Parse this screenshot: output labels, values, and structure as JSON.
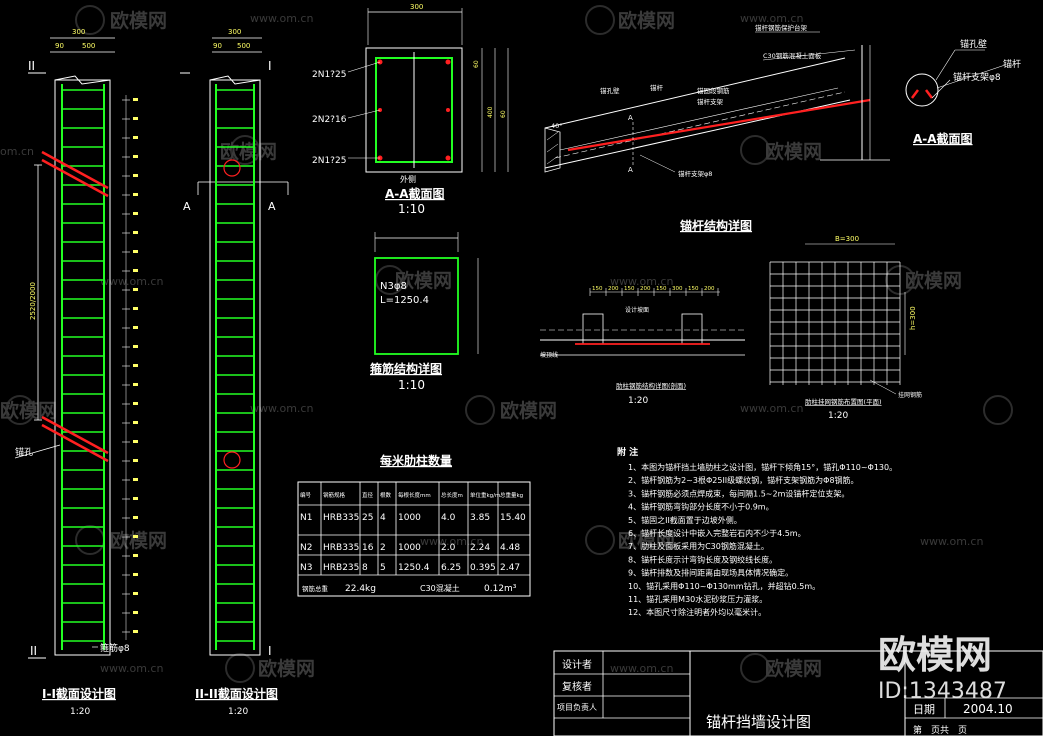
{
  "watermark": {
    "brand": "欧模网",
    "url": "www.om.cn",
    "url_short": "om.cn",
    "stamp_brand": "欧模网",
    "stamp_id": "ID:1343487"
  },
  "left_col": {
    "marks": [
      "II",
      "II"
    ],
    "dims_top": [
      "300",
      "90",
      "500"
    ],
    "dim_total": "2520/2000",
    "hole_label": "锚孔",
    "bar_label": "箍筋φ8",
    "title": "I-I截面设计图",
    "scale": "1:20"
  },
  "mid_col": {
    "marks": [
      "I",
      "I"
    ],
    "section_marks": [
      "A",
      "A"
    ],
    "dims_top": [
      "300",
      "90",
      "500"
    ],
    "title": "II-II截面设计图",
    "scale": "1:20"
  },
  "section_aa": {
    "dim_top": "300",
    "rebar_labels": [
      "2N1?25",
      "2N2?16",
      "2N1?25"
    ],
    "side_label": "外侧",
    "dims_right": [
      "60",
      "400",
      "60"
    ],
    "title": "A-A截面图",
    "scale": "1:10"
  },
  "stirrup": {
    "lines": [
      "N3φ8",
      "L=1250.4"
    ],
    "title": "箍筋结构详图",
    "scale": "1:10"
  },
  "anchor_detail": {
    "labels": [
      "锚杆钢筋保护台架",
      "C30钢筋混凝土面板",
      "锚杆",
      "锚孔壁",
      "锚固段钢筋",
      "锚杆支架",
      "锚杆支架φ8",
      "A",
      "A",
      "40°"
    ],
    "title": "锚杆结构详图"
  },
  "anchor_section": {
    "labels": [
      "锚孔壁",
      "锚杆",
      "锚杆支架φ8"
    ],
    "title": "A-A截面图"
  },
  "strip_detail": {
    "dims": [
      "150",
      "200",
      "150",
      "200",
      "150",
      "300",
      "150",
      "200"
    ],
    "labels": [
      "设计坡面",
      "坡顶线"
    ],
    "title": "肋柱钢筋结构详图(剖面)",
    "scale": "1:20"
  },
  "mesh_detail": {
    "dim_top": "B=300",
    "dim_side": "h=300",
    "label": "挂网钢筋",
    "title": "肋柱挂网钢筋布置图(平面)",
    "scale": "1:20"
  },
  "table": {
    "title": "每米肋柱数量",
    "headers": [
      "编号",
      "钢筋规格",
      "直径",
      "根数",
      "每根长度mm",
      "总长度m",
      "单位重kg/m",
      "总重量kg"
    ],
    "rows": [
      [
        "N1",
        "HRB335",
        "25",
        "4",
        "1000",
        "4.0",
        "3.85",
        "15.40"
      ],
      [
        "N2",
        "HRB335",
        "16",
        "2",
        "1000",
        "2.0",
        "2.24",
        "4.48"
      ],
      [
        "N3",
        "HRB235",
        "8",
        "5",
        "1250.4",
        "6.25",
        "0.395",
        "2.47"
      ]
    ],
    "footer": {
      "label": "钢筋总重",
      "value": "22.4kg",
      "concrete": "C30混凝土",
      "volume": "0.12m³"
    }
  },
  "notes": {
    "heading": "附 注",
    "items": [
      "1、本图为锚杆挡土墙肋柱之设计图，锚杆下倾角15°，锚孔Φ110~Φ130。",
      "2、锚杆钢筋为2~3根Φ25II级螺纹钢，锚杆支架钢筋为Φ8钢筋。",
      "3、锚杆钢筋必须点焊成束，每间隔1.5~2m设锚杆定位支架。",
      "4、锚杆钢筋弯钩部分长度不小于0.9m。",
      "5、锚固之II截面置于边坡外侧。",
      "6、锚杆长度设计中嵌入完整岩石内不少于4.5m。",
      "7、肋柱及面板采用为C30钢筋混凝土。",
      "8、锚杆长度示计弯钩长度及钢绞线长度。",
      "9、锚杆排数及排间距离由现场具体情况确定。",
      "10、锚孔采用Φ110~Φ130mm钻孔，并超钻0.5m。",
      "11、锚孔采用M30水泥砂浆压力灌浆。",
      "12、本图尺寸除注明者外均以毫米计。"
    ]
  },
  "title_block": {
    "roles": [
      "设计者",
      "复核者",
      "项目负责人"
    ],
    "drawing_title": "锚杆挡墙设计图",
    "date_label": "日期",
    "date_value": "2004.10",
    "page_label": "第　页共　页"
  },
  "colors": {
    "green": "#22ff22",
    "red": "#ff2020",
    "white": "#ffffff",
    "yellow": "#ffff66",
    "watermark": "#3a3a3a"
  }
}
